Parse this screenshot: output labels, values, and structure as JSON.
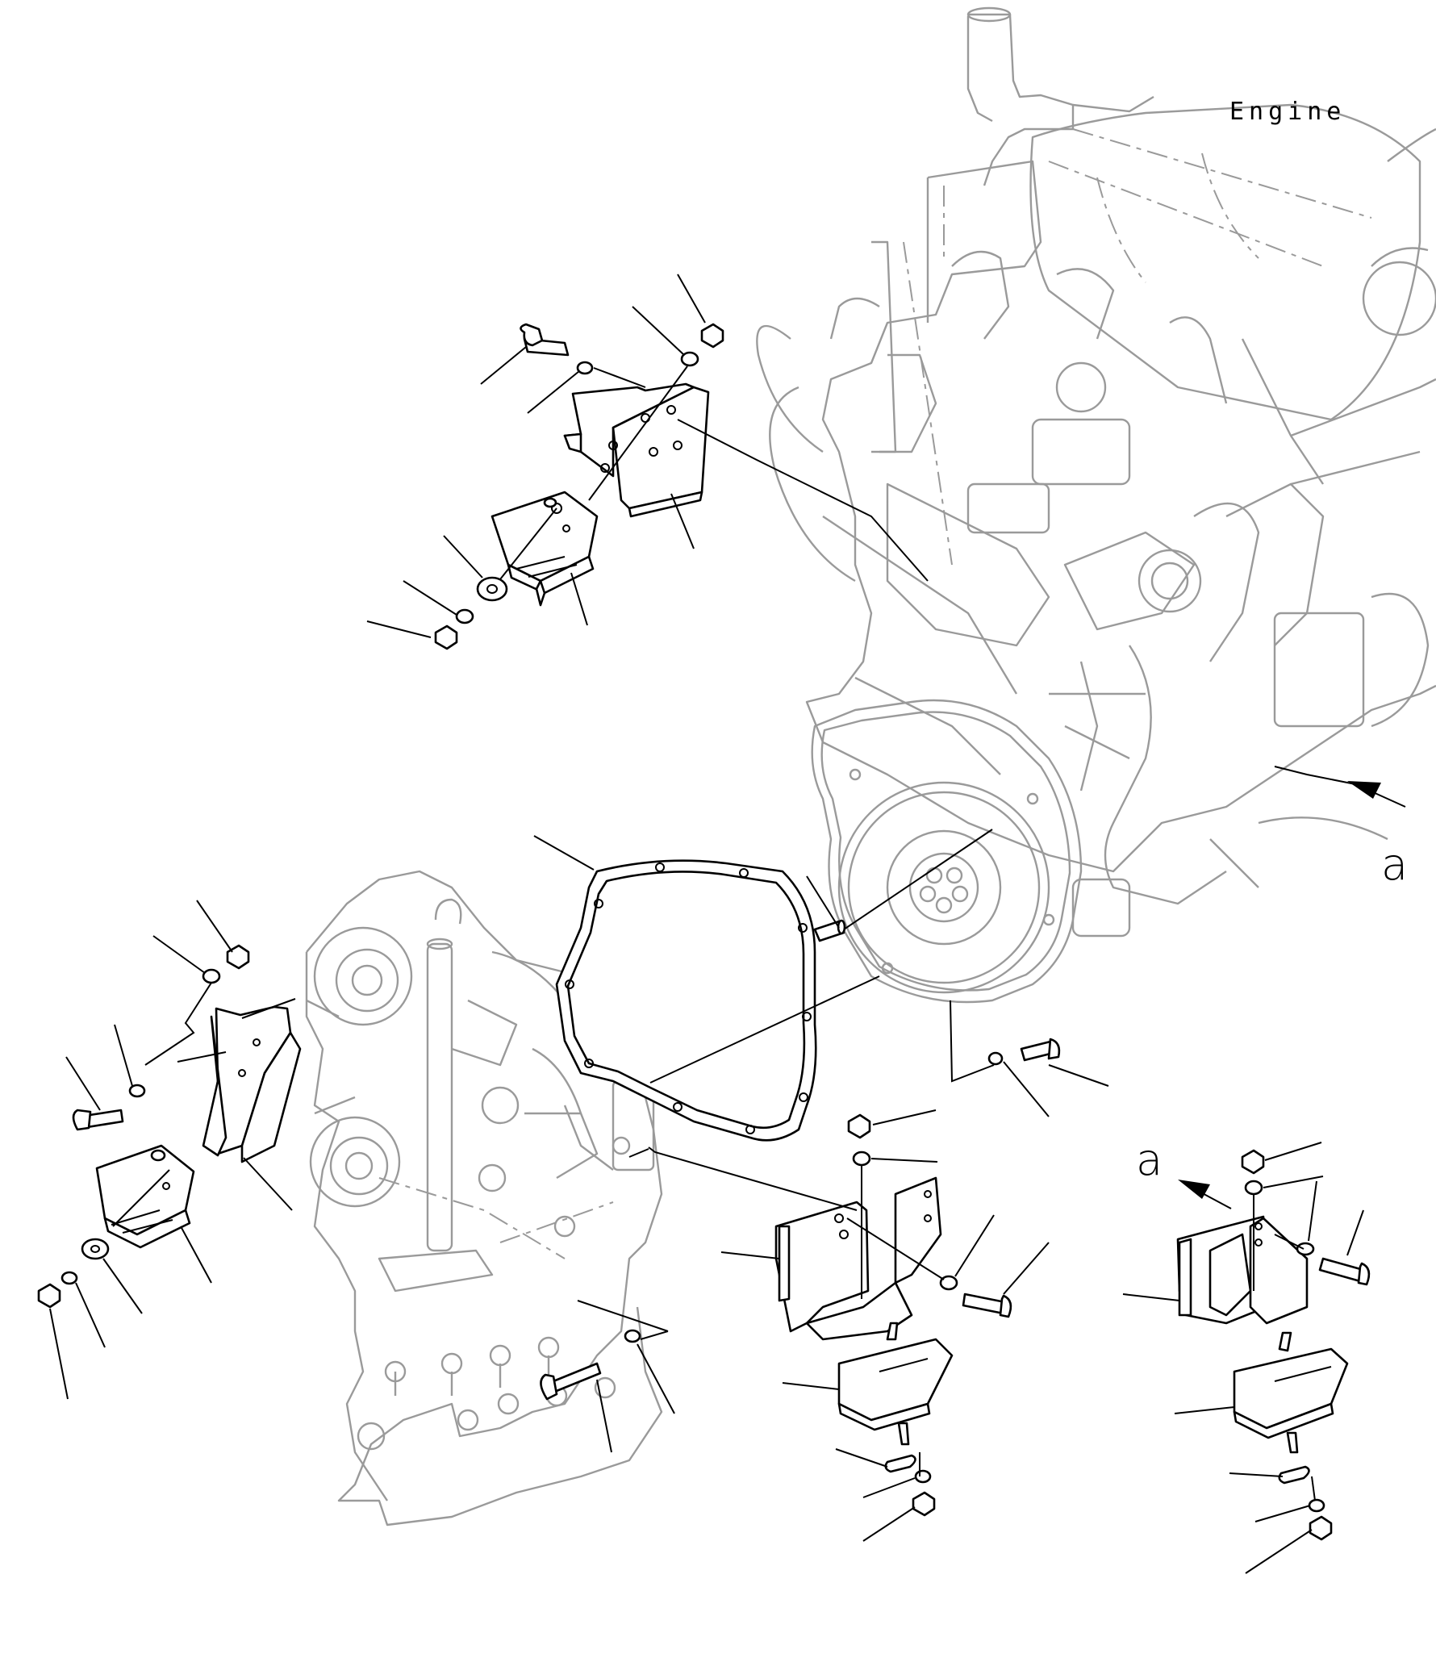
{
  "labels": {
    "engine": "Engine",
    "view_a_right": "a",
    "view_a_lower": "a"
  },
  "icons": {
    "engine": "engine-assembly-icon",
    "transmission": "transmission-housing-icon",
    "gasket": "flywheel-housing-gasket-icon",
    "mount": "engine-mount-icon",
    "bolt": "hex-bolt-icon",
    "nut": "hex-nut-icon",
    "washer": "washer-icon",
    "arrow": "view-arrow-icon"
  },
  "colors": {
    "linework": "#000000",
    "reference_linework": "#9a9a9a",
    "background": "#ffffff"
  }
}
